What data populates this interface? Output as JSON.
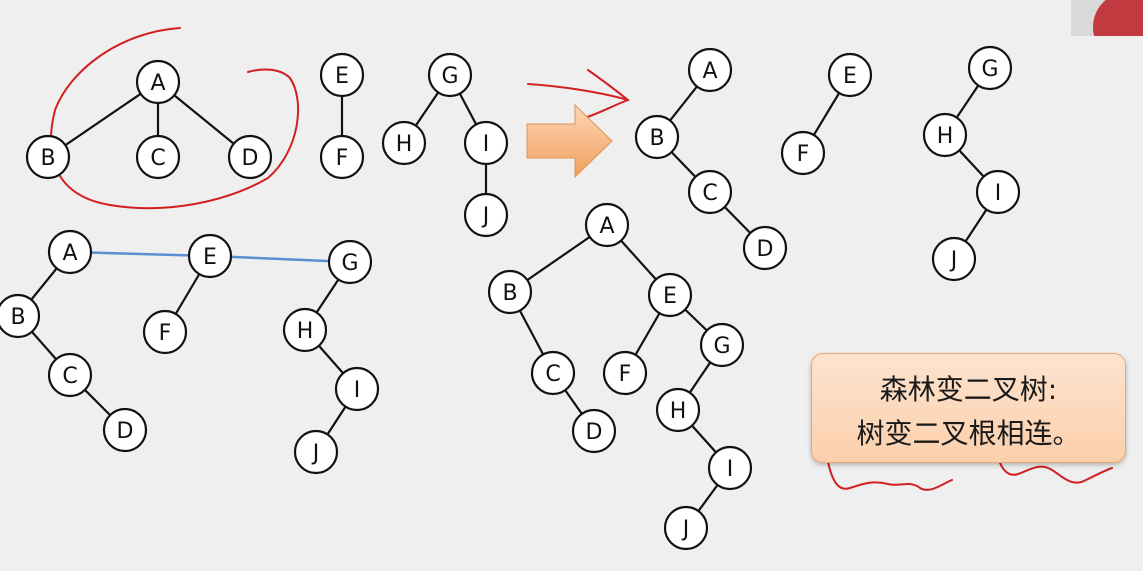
{
  "note": {
    "line1": "森林变二叉树:",
    "line2": "树变二叉根相连。"
  },
  "colors": {
    "edge": "#111111",
    "node_fill": "#ffffff",
    "root_link": "#5b8fd3",
    "annotation": "#d22020",
    "arrow_fill": "#f5b27a"
  },
  "diagrams": {
    "forest": {
      "nodes": [
        {
          "id": "A",
          "label": "A"
        },
        {
          "id": "B",
          "label": "B"
        },
        {
          "id": "C",
          "label": "C"
        },
        {
          "id": "D",
          "label": "D"
        },
        {
          "id": "E",
          "label": "E"
        },
        {
          "id": "F",
          "label": "F"
        },
        {
          "id": "G",
          "label": "G"
        },
        {
          "id": "H",
          "label": "H"
        },
        {
          "id": "I",
          "label": "I"
        },
        {
          "id": "J",
          "label": "J"
        }
      ],
      "edges": [
        [
          "A",
          "B"
        ],
        [
          "A",
          "C"
        ],
        [
          "A",
          "D"
        ],
        [
          "E",
          "F"
        ],
        [
          "G",
          "H"
        ],
        [
          "G",
          "I"
        ],
        [
          "I",
          "J"
        ]
      ]
    },
    "converted_trees": {
      "nodes": [
        {
          "id": "A",
          "label": "A"
        },
        {
          "id": "B",
          "label": "B"
        },
        {
          "id": "C",
          "label": "C"
        },
        {
          "id": "D",
          "label": "D"
        },
        {
          "id": "E",
          "label": "E"
        },
        {
          "id": "F",
          "label": "F"
        },
        {
          "id": "G",
          "label": "G"
        },
        {
          "id": "H",
          "label": "H"
        },
        {
          "id": "I",
          "label": "I"
        },
        {
          "id": "J",
          "label": "J"
        }
      ],
      "edges": [
        [
          "A",
          "B"
        ],
        [
          "B",
          "C"
        ],
        [
          "C",
          "D"
        ],
        [
          "E",
          "F"
        ],
        [
          "G",
          "H"
        ],
        [
          "H",
          "I"
        ],
        [
          "I",
          "J"
        ]
      ]
    },
    "roots_linked": {
      "nodes": [
        {
          "id": "A",
          "label": "A"
        },
        {
          "id": "B",
          "label": "B"
        },
        {
          "id": "C",
          "label": "C"
        },
        {
          "id": "D",
          "label": "D"
        },
        {
          "id": "E",
          "label": "E"
        },
        {
          "id": "F",
          "label": "F"
        },
        {
          "id": "G",
          "label": "G"
        },
        {
          "id": "H",
          "label": "H"
        },
        {
          "id": "I",
          "label": "I"
        },
        {
          "id": "J",
          "label": "J"
        }
      ],
      "edges": [
        [
          "A",
          "B"
        ],
        [
          "B",
          "C"
        ],
        [
          "C",
          "D"
        ],
        [
          "E",
          "F"
        ],
        [
          "G",
          "H"
        ],
        [
          "H",
          "I"
        ],
        [
          "I",
          "J"
        ]
      ],
      "root_links": [
        [
          "A",
          "E"
        ],
        [
          "E",
          "G"
        ]
      ]
    },
    "binary_tree": {
      "nodes": [
        {
          "id": "A",
          "label": "A"
        },
        {
          "id": "B",
          "label": "B"
        },
        {
          "id": "C",
          "label": "C"
        },
        {
          "id": "D",
          "label": "D"
        },
        {
          "id": "E",
          "label": "E"
        },
        {
          "id": "F",
          "label": "F"
        },
        {
          "id": "G",
          "label": "G"
        },
        {
          "id": "H",
          "label": "H"
        },
        {
          "id": "I",
          "label": "I"
        },
        {
          "id": "J",
          "label": "J"
        }
      ],
      "edges": [
        [
          "A",
          "B"
        ],
        [
          "A",
          "E"
        ],
        [
          "B",
          "C"
        ],
        [
          "C",
          "D"
        ],
        [
          "E",
          "F"
        ],
        [
          "E",
          "G"
        ],
        [
          "G",
          "H"
        ],
        [
          "H",
          "I"
        ],
        [
          "I",
          "J"
        ]
      ]
    }
  }
}
